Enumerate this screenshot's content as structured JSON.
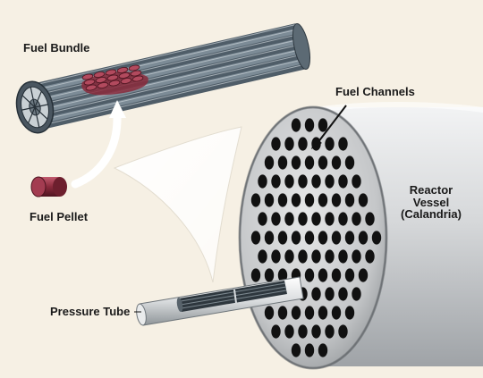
{
  "labels": {
    "fuel_bundle": "Fuel Bundle",
    "fuel_pellet": "Fuel Pellet",
    "fuel_channels": "Fuel Channels",
    "reactor_vessel_line1": "Reactor",
    "reactor_vessel_line2": "Vessel",
    "reactor_vessel_line3": "(Calandria)",
    "pressure_tube": "Pressure Tube"
  },
  "colors": {
    "background": "#f6f0e4",
    "metal_dark": "#3d4a55",
    "metal_mid": "#7b8a95",
    "metal_light": "#b8c2c8",
    "pellet": "#8a2a3c",
    "vessel_face": "#c8c9ca",
    "vessel_body": "#d8d9da",
    "channel_hole": "#111111"
  },
  "icons": {
    "bundle": "fuel-bundle-icon",
    "pellet": "fuel-pellet-icon",
    "vessel": "reactor-vessel-icon",
    "tube": "pressure-tube-icon"
  }
}
